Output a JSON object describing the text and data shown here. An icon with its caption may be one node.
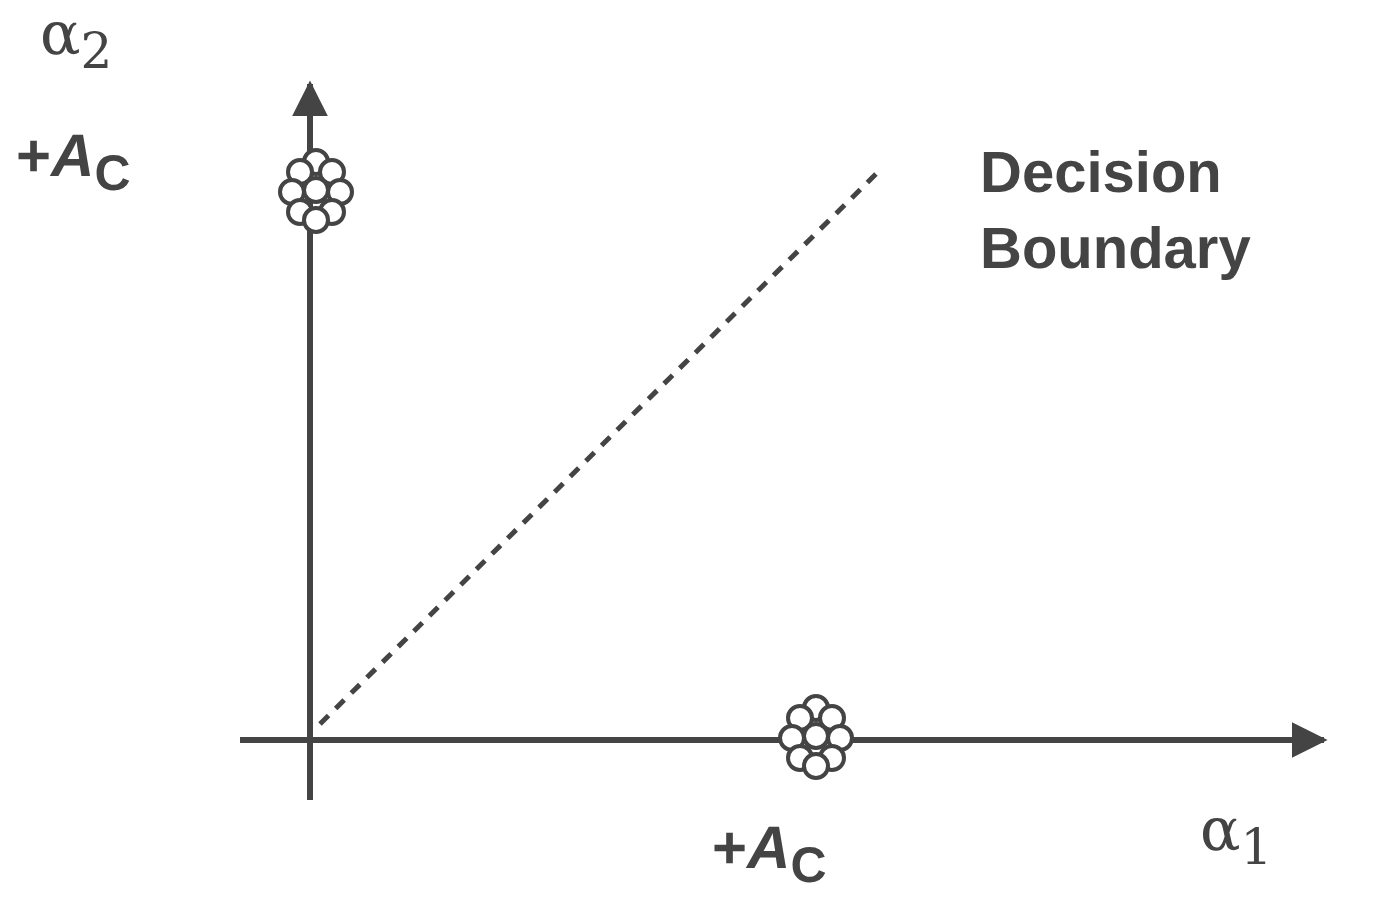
{
  "diagram": {
    "labels": [
      "α$_{2}$",
      "+*A*$_{C}$",
      "Decision Boundary",
      "+*A*$_{C}$",
      "α$_{1}$"
    ]
  }
}
